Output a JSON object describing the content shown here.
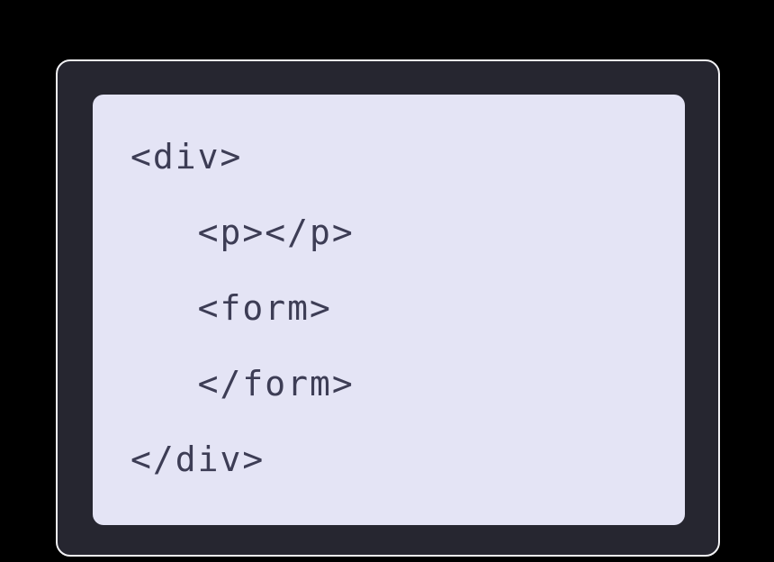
{
  "graphic": {
    "description": "stylized-code-snippet-card",
    "colors": {
      "background": "#000000",
      "card_background": "#262630",
      "card_border": "#f2f2f5",
      "panel_background": "#e4e4f5",
      "code_text": "#3d3d55"
    },
    "code": {
      "language": "html",
      "lines": [
        "<div>",
        "   <p></p>",
        "   <form>",
        "   </form>",
        "</div>"
      ]
    }
  }
}
